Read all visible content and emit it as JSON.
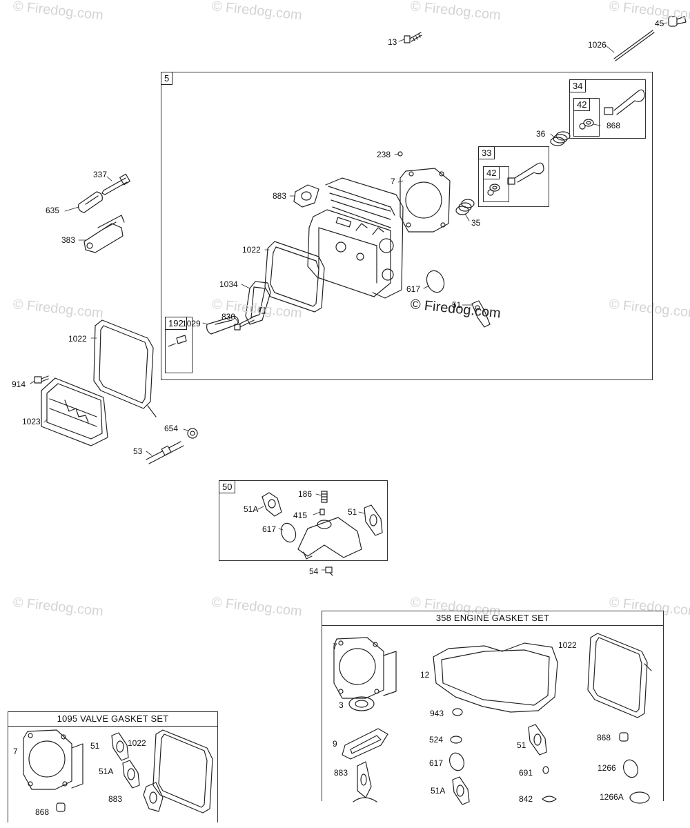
{
  "watermark": "© Firedog.com",
  "center_watermark": "© Firedog.com",
  "boxes": {
    "cylinder_head": "5",
    "exhaust_valve": "34",
    "exhaust_retainer": "42",
    "intake_valve": "33",
    "intake_retainer": "42",
    "breather_kit": "192",
    "manifold": "50",
    "engine_gasket_set": "358 ENGINE GASKET SET",
    "valve_gasket_set": "1095 VALVE GASKET SET"
  },
  "labels": {
    "p13": "13",
    "p45": "45",
    "p1026": "1026",
    "p238": "238",
    "p36": "36",
    "p868a": "868",
    "p7a": "7",
    "p883a": "883",
    "p35": "35",
    "p1022a": "1022",
    "p1034": "1034",
    "p617a": "617",
    "p51a": "51",
    "p830": "830",
    "p1029": "1029",
    "p337": "337",
    "p635": "635",
    "p383": "383",
    "p1022b": "1022",
    "p914": "914",
    "p1023": "1023",
    "p654": "654",
    "p53": "53",
    "p186": "186",
    "p51Aa": "51A",
    "p415": "415",
    "p51b": "51",
    "p617b": "617",
    "p54": "54",
    "p7b": "7",
    "p12": "12",
    "p1022c": "1022",
    "p3": "3",
    "p943": "943",
    "p9": "9",
    "p524": "524",
    "p51c": "51",
    "p868b": "868",
    "p883b": "883",
    "p617c": "617",
    "p691": "691",
    "p1266": "1266",
    "p51Ab": "51A",
    "p842": "842",
    "p1266A": "1266A",
    "p7c": "7",
    "p51d": "51",
    "p1022d": "1022",
    "p51Ac": "51A",
    "p883c": "883",
    "p868c": "868"
  }
}
